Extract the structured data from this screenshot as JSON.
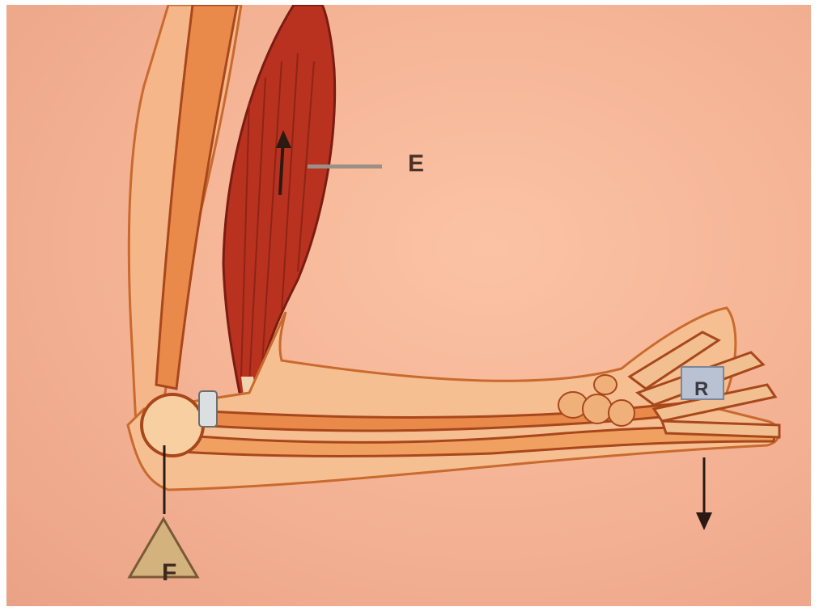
{
  "diagram": {
    "labels": {
      "effort": "E",
      "resistance": "R",
      "fulcrum": "F"
    },
    "colors": {
      "background": "#f3b092",
      "muscle": "#b8321f",
      "bone": "#f0b07a",
      "skin_outline": "#c05a1e",
      "label_box": "#b9c2d2",
      "fulcrum_triangle": "#d3b27e"
    }
  }
}
